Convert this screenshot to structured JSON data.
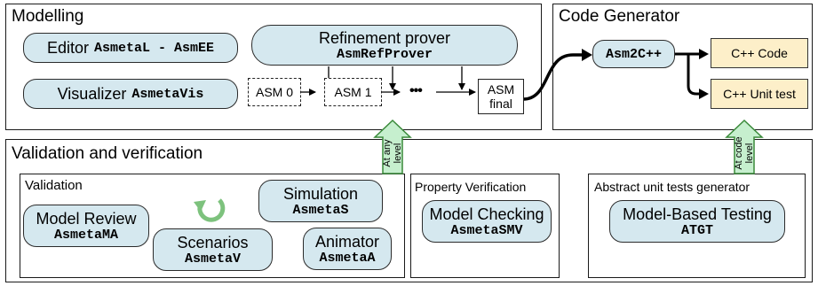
{
  "modelling": {
    "title": "Modelling",
    "editor": {
      "label": "Editor",
      "tool": "AsmetaL - AsmEE"
    },
    "visualizer": {
      "label": "Visualizer",
      "tool": "AsmetaVis"
    },
    "refinement": {
      "label": "Refinement prover",
      "tool": "AsmRefProver"
    },
    "asm_chain": {
      "asm0": "ASM 0",
      "asm1": "ASM 1",
      "dots": "•••",
      "final_line1": "ASM",
      "final_line2": "final"
    }
  },
  "code_generator": {
    "title": "Code Generator",
    "tool": "Asm2C++",
    "outputs": [
      "C++ Code",
      "C++ Unit test"
    ]
  },
  "vv": {
    "title": "Validation and verification",
    "validation": {
      "title": "Validation",
      "model_review": {
        "label": "Model Review",
        "tool": "AsmetaMA"
      },
      "simulation": {
        "label": "Simulation",
        "tool": "AsmetaS"
      },
      "scenarios": {
        "label": "Scenarios",
        "tool": "AsmetaV"
      },
      "animator": {
        "label": "Animator",
        "tool": "AsmetaA"
      }
    },
    "property": {
      "title": "Property Verification",
      "label": "Model Checking",
      "tool": "AsmetaSMV"
    },
    "abstract": {
      "title": "Abstract unit tests generator",
      "label": "Model-Based Testing",
      "tool": "ATGT"
    }
  },
  "arrows": {
    "any_level": [
      "At any",
      "level"
    ],
    "code_level": [
      "At code",
      "level"
    ]
  },
  "colors": {
    "pill_fill": "#d5e8ef",
    "output_fill": "#fdefc9",
    "arrow_fill": "#c6efce",
    "arrow_stroke": "#3a8a3a",
    "cycle_icon": "#7dc27d"
  }
}
